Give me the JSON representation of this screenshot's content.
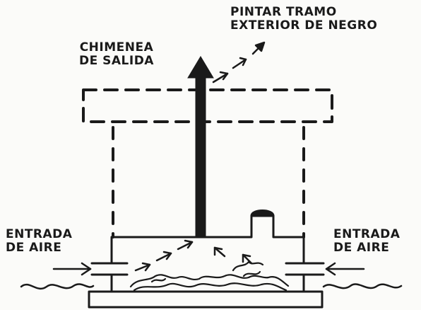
{
  "labels": {
    "paint_exterior": "PINTAR TRAMO\nEXTERIOR DE NEGRO",
    "exit_chimney": "CHIMENEA\nDE SALIDA",
    "air_inlet_left": "ENTRADA\nDE AIRE",
    "air_inlet_right": "ENTRADA\nDE AIRE"
  },
  "colors": {
    "ink": "#1a1a1a",
    "paper": "#fbfbf9"
  }
}
